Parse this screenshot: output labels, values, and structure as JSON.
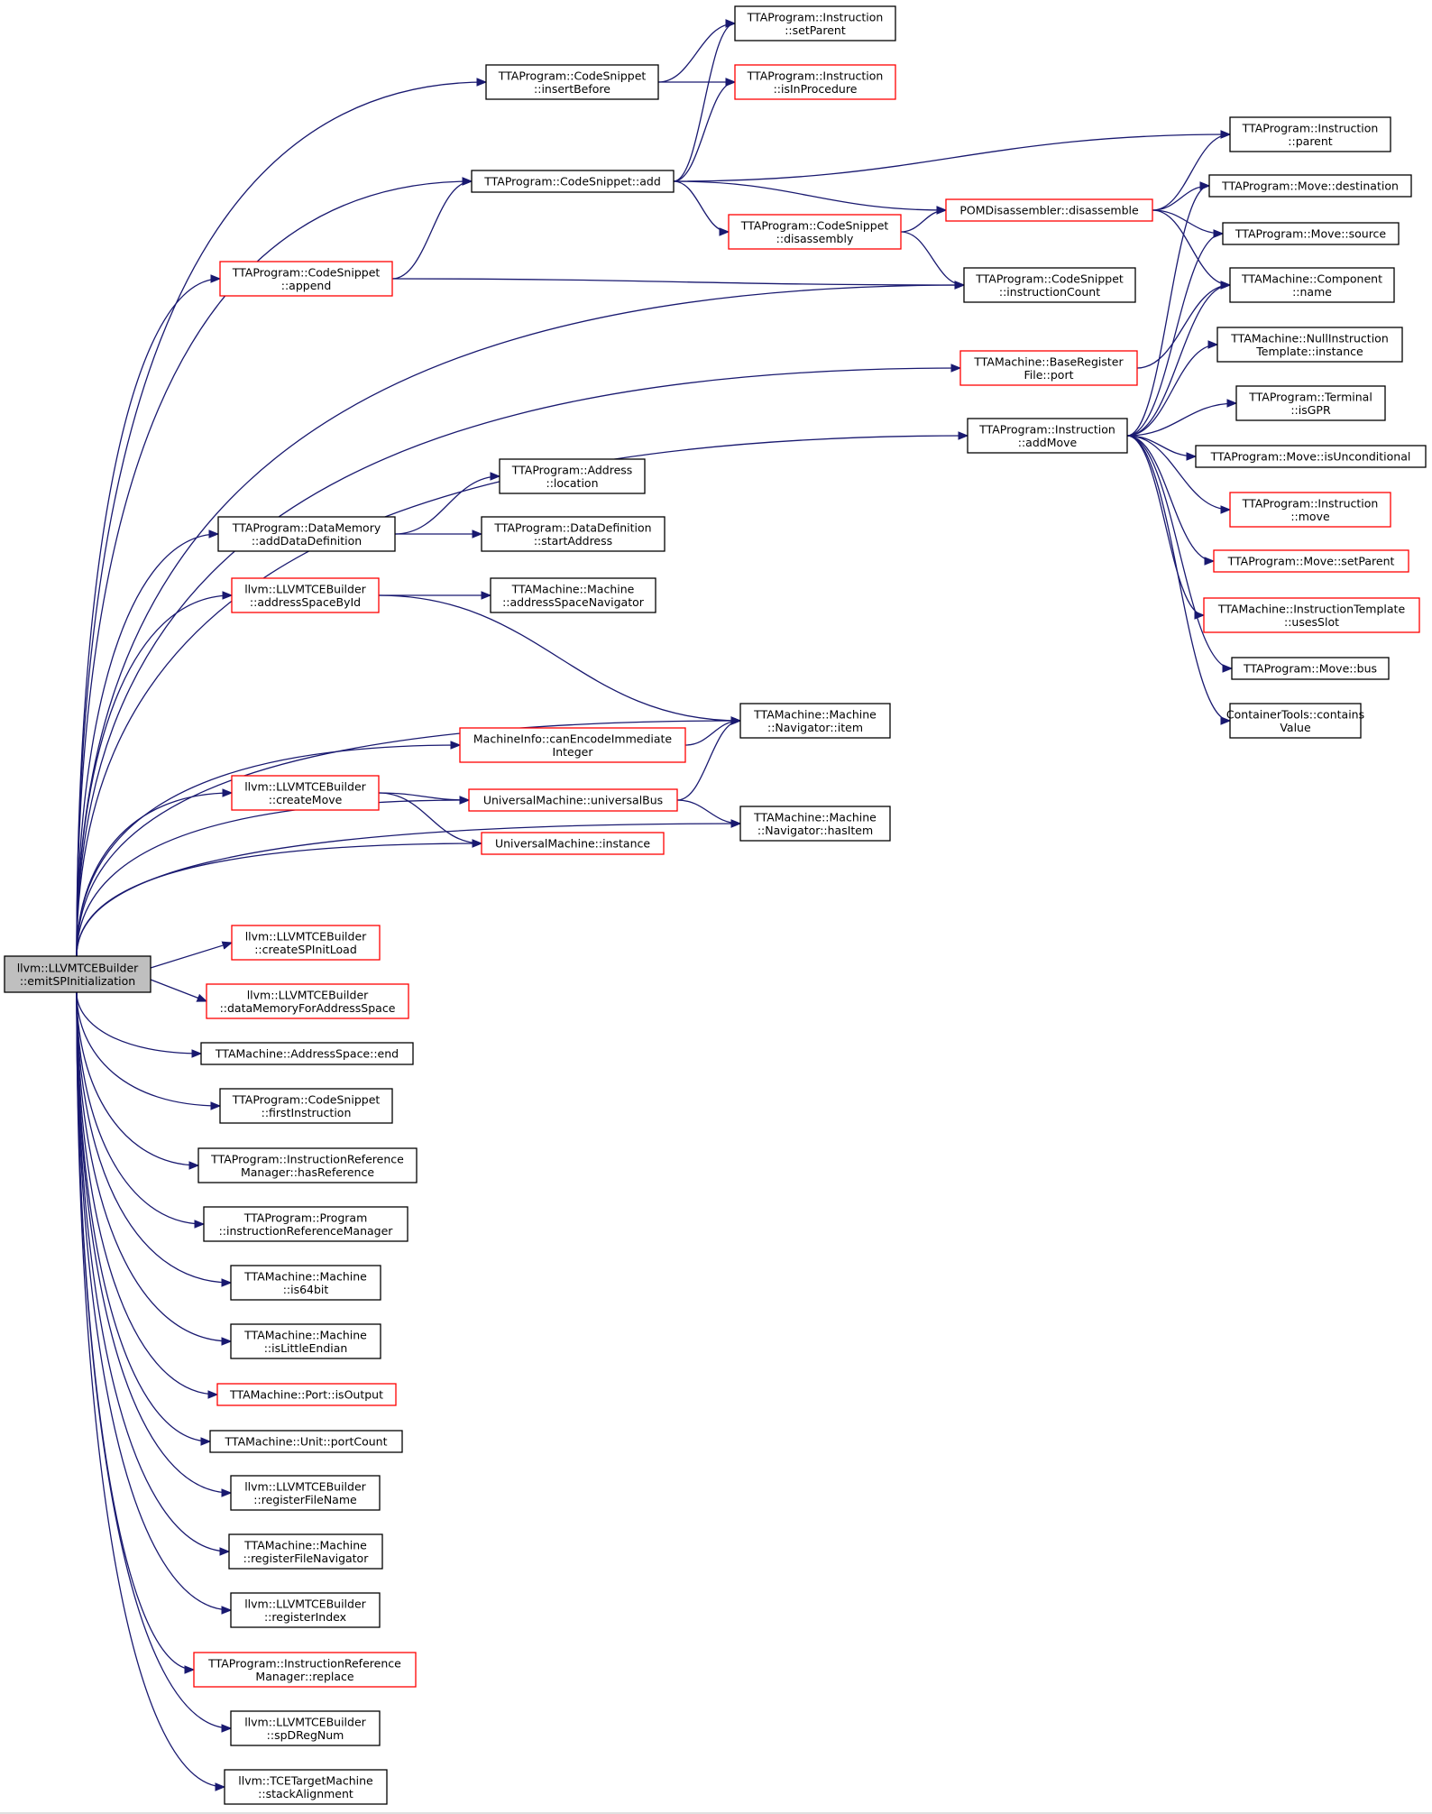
{
  "diagram": {
    "colors": {
      "edge": "#191970",
      "node_border_normal": "#000000",
      "node_border_linked": "#ff0000",
      "root_fill": "#bfbfbf",
      "background": "#ffffff"
    },
    "nodes": [
      {
        "id": "root",
        "lines": [
          "llvm::LLVMTCEBuilder",
          "::emitSPInitialization"
        ],
        "style": "root"
      },
      {
        "id": "insertBefore",
        "lines": [
          "TTAProgram::CodeSnippet",
          "::insertBefore"
        ],
        "style": "normal"
      },
      {
        "id": "setParentInstr",
        "lines": [
          "TTAProgram::Instruction",
          "::setParent"
        ],
        "style": "normal"
      },
      {
        "id": "isInProcedure",
        "lines": [
          "TTAProgram::Instruction",
          "::isInProcedure"
        ],
        "style": "red"
      },
      {
        "id": "instrParent",
        "lines": [
          "TTAProgram::Instruction",
          "::parent"
        ],
        "style": "normal"
      },
      {
        "id": "csAdd",
        "lines": [
          "TTAProgram::CodeSnippet::add"
        ],
        "style": "normal"
      },
      {
        "id": "moveDestination",
        "lines": [
          "TTAProgram::Move::destination"
        ],
        "style": "normal"
      },
      {
        "id": "pomDisassemble",
        "lines": [
          "POMDisassembler::disassemble"
        ],
        "style": "red"
      },
      {
        "id": "csDisassembly",
        "lines": [
          "TTAProgram::CodeSnippet",
          "::disassembly"
        ],
        "style": "red"
      },
      {
        "id": "moveSource",
        "lines": [
          "TTAProgram::Move::source"
        ],
        "style": "normal"
      },
      {
        "id": "csAppend",
        "lines": [
          "TTAProgram::CodeSnippet",
          "::append"
        ],
        "style": "red"
      },
      {
        "id": "csInstructionCount",
        "lines": [
          "TTAProgram::CodeSnippet",
          "::instructionCount"
        ],
        "style": "normal"
      },
      {
        "id": "componentName",
        "lines": [
          "TTAMachine::Component",
          "::name"
        ],
        "style": "normal"
      },
      {
        "id": "nullInstrTemplate",
        "lines": [
          "TTAMachine::NullInstruction",
          "Template::instance"
        ],
        "style": "normal"
      },
      {
        "id": "brfPort",
        "lines": [
          "TTAMachine::BaseRegister",
          "File::port"
        ],
        "style": "red"
      },
      {
        "id": "terminalIsGPR",
        "lines": [
          "TTAProgram::Terminal",
          "::isGPR"
        ],
        "style": "normal"
      },
      {
        "id": "instrAddMove",
        "lines": [
          "TTAProgram::Instruction",
          "::addMove"
        ],
        "style": "normal"
      },
      {
        "id": "moveIsUnconditional",
        "lines": [
          "TTAProgram::Move::isUnconditional"
        ],
        "style": "normal"
      },
      {
        "id": "addrLocation",
        "lines": [
          "TTAProgram::Address",
          "::location"
        ],
        "style": "normal"
      },
      {
        "id": "instrMove",
        "lines": [
          "TTAProgram::Instruction",
          "::move"
        ],
        "style": "red"
      },
      {
        "id": "dmAddDataDefinition",
        "lines": [
          "TTAProgram::DataMemory",
          "::addDataDefinition"
        ],
        "style": "normal"
      },
      {
        "id": "ddStartAddress",
        "lines": [
          "TTAProgram::DataDefinition",
          "::startAddress"
        ],
        "style": "normal"
      },
      {
        "id": "moveSetParent",
        "lines": [
          "TTAProgram::Move::setParent"
        ],
        "style": "red"
      },
      {
        "id": "addressSpaceById",
        "lines": [
          "llvm::LLVMTCEBuilder",
          "::addressSpaceById"
        ],
        "style": "red"
      },
      {
        "id": "machineASNavigator",
        "lines": [
          "TTAMachine::Machine",
          "::addressSpaceNavigator"
        ],
        "style": "normal"
      },
      {
        "id": "itUsesSlot",
        "lines": [
          "TTAMachine::InstructionTemplate",
          "::usesSlot"
        ],
        "style": "red"
      },
      {
        "id": "moveBus",
        "lines": [
          "TTAProgram::Move::bus"
        ],
        "style": "normal"
      },
      {
        "id": "navItem",
        "lines": [
          "TTAMachine::Machine",
          "::Navigator::item"
        ],
        "style": "normal"
      },
      {
        "id": "canEncodeImm",
        "lines": [
          "MachineInfo::canEncodeImmediate",
          "Integer"
        ],
        "style": "red"
      },
      {
        "id": "containsValue",
        "lines": [
          "ContainerTools::contains",
          "Value"
        ],
        "style": "normal"
      },
      {
        "id": "createMove",
        "lines": [
          "llvm::LLVMTCEBuilder",
          "::createMove"
        ],
        "style": "red"
      },
      {
        "id": "universalBus",
        "lines": [
          "UniversalMachine::universalBus"
        ],
        "style": "red"
      },
      {
        "id": "navHasItem",
        "lines": [
          "TTAMachine::Machine",
          "::Navigator::hasItem"
        ],
        "style": "normal"
      },
      {
        "id": "umInstance",
        "lines": [
          "UniversalMachine::instance"
        ],
        "style": "red"
      },
      {
        "id": "createSPInitLoad",
        "lines": [
          "llvm::LLVMTCEBuilder",
          "::createSPInitLoad"
        ],
        "style": "red"
      },
      {
        "id": "dataMemoryForAS",
        "lines": [
          "llvm::LLVMTCEBuilder",
          "::dataMemoryForAddressSpace"
        ],
        "style": "red"
      },
      {
        "id": "asEnd",
        "lines": [
          "TTAMachine::AddressSpace::end"
        ],
        "style": "normal"
      },
      {
        "id": "csFirstInstruction",
        "lines": [
          "TTAProgram::CodeSnippet",
          "::firstInstruction"
        ],
        "style": "normal"
      },
      {
        "id": "irmHasReference",
        "lines": [
          "TTAProgram::InstructionReference",
          "Manager::hasReference"
        ],
        "style": "normal"
      },
      {
        "id": "progIRM",
        "lines": [
          "TTAProgram::Program",
          "::instructionReferenceManager"
        ],
        "style": "normal"
      },
      {
        "id": "machineIs64bit",
        "lines": [
          "TTAMachine::Machine",
          "::is64bit"
        ],
        "style": "normal"
      },
      {
        "id": "machineIsLittleEndian",
        "lines": [
          "TTAMachine::Machine",
          "::isLittleEndian"
        ],
        "style": "normal"
      },
      {
        "id": "portIsOutput",
        "lines": [
          "TTAMachine::Port::isOutput"
        ],
        "style": "red"
      },
      {
        "id": "unitPortCount",
        "lines": [
          "TTAMachine::Unit::portCount"
        ],
        "style": "normal"
      },
      {
        "id": "registerFileName",
        "lines": [
          "llvm::LLVMTCEBuilder",
          "::registerFileName"
        ],
        "style": "normal"
      },
      {
        "id": "machineRFNavigator",
        "lines": [
          "TTAMachine::Machine",
          "::registerFileNavigator"
        ],
        "style": "normal"
      },
      {
        "id": "registerIndex",
        "lines": [
          "llvm::LLVMTCEBuilder",
          "::registerIndex"
        ],
        "style": "normal"
      },
      {
        "id": "irmReplace",
        "lines": [
          "TTAProgram::InstructionReference",
          "Manager::replace"
        ],
        "style": "red"
      },
      {
        "id": "spDRegNum",
        "lines": [
          "llvm::LLVMTCEBuilder",
          "::spDRegNum"
        ],
        "style": "normal"
      },
      {
        "id": "stackAlignment",
        "lines": [
          "llvm::TCETargetMachine",
          "::stackAlignment"
        ],
        "style": "normal"
      }
    ],
    "edges": [
      [
        "root",
        "insertBefore"
      ],
      [
        "root",
        "csAdd"
      ],
      [
        "root",
        "csAppend"
      ],
      [
        "root",
        "csInstructionCount"
      ],
      [
        "root",
        "brfPort"
      ],
      [
        "root",
        "instrAddMove"
      ],
      [
        "root",
        "dmAddDataDefinition"
      ],
      [
        "root",
        "addressSpaceById"
      ],
      [
        "root",
        "navItem"
      ],
      [
        "root",
        "canEncodeImm"
      ],
      [
        "root",
        "universalBus"
      ],
      [
        "root",
        "createMove"
      ],
      [
        "root",
        "umInstance"
      ],
      [
        "root",
        "navHasItem"
      ],
      [
        "root",
        "createSPInitLoad"
      ],
      [
        "root",
        "dataMemoryForAS"
      ],
      [
        "root",
        "asEnd"
      ],
      [
        "root",
        "csFirstInstruction"
      ],
      [
        "root",
        "irmHasReference"
      ],
      [
        "root",
        "progIRM"
      ],
      [
        "root",
        "machineIs64bit"
      ],
      [
        "root",
        "machineIsLittleEndian"
      ],
      [
        "root",
        "portIsOutput"
      ],
      [
        "root",
        "unitPortCount"
      ],
      [
        "root",
        "registerFileName"
      ],
      [
        "root",
        "machineRFNavigator"
      ],
      [
        "root",
        "registerIndex"
      ],
      [
        "root",
        "irmReplace"
      ],
      [
        "root",
        "spDRegNum"
      ],
      [
        "root",
        "stackAlignment"
      ],
      [
        "insertBefore",
        "setParentInstr"
      ],
      [
        "insertBefore",
        "isInProcedure"
      ],
      [
        "csAdd",
        "setParentInstr"
      ],
      [
        "csAdd",
        "isInProcedure"
      ],
      [
        "csAdd",
        "instrParent"
      ],
      [
        "csAdd",
        "pomDisassemble"
      ],
      [
        "csAdd",
        "csDisassembly"
      ],
      [
        "pomDisassemble",
        "instrParent"
      ],
      [
        "pomDisassemble",
        "moveDestination"
      ],
      [
        "pomDisassemble",
        "moveSource"
      ],
      [
        "pomDisassemble",
        "componentName"
      ],
      [
        "csDisassembly",
        "pomDisassemble"
      ],
      [
        "csDisassembly",
        "csInstructionCount"
      ],
      [
        "csAppend",
        "csAdd"
      ],
      [
        "csAppend",
        "csInstructionCount"
      ],
      [
        "brfPort",
        "componentName"
      ],
      [
        "instrAddMove",
        "moveDestination"
      ],
      [
        "instrAddMove",
        "moveSource"
      ],
      [
        "instrAddMove",
        "componentName"
      ],
      [
        "instrAddMove",
        "nullInstrTemplate"
      ],
      [
        "instrAddMove",
        "terminalIsGPR"
      ],
      [
        "instrAddMove",
        "moveIsUnconditional"
      ],
      [
        "instrAddMove",
        "instrMove"
      ],
      [
        "instrAddMove",
        "moveSetParent"
      ],
      [
        "instrAddMove",
        "itUsesSlot"
      ],
      [
        "instrAddMove",
        "moveBus"
      ],
      [
        "instrAddMove",
        "containsValue"
      ],
      [
        "dmAddDataDefinition",
        "addrLocation"
      ],
      [
        "dmAddDataDefinition",
        "ddStartAddress"
      ],
      [
        "addressSpaceById",
        "machineASNavigator"
      ],
      [
        "addressSpaceById",
        "navItem"
      ],
      [
        "canEncodeImm",
        "navItem"
      ],
      [
        "createMove",
        "universalBus"
      ],
      [
        "createMove",
        "umInstance"
      ],
      [
        "universalBus",
        "navItem"
      ],
      [
        "universalBus",
        "navHasItem"
      ]
    ]
  }
}
